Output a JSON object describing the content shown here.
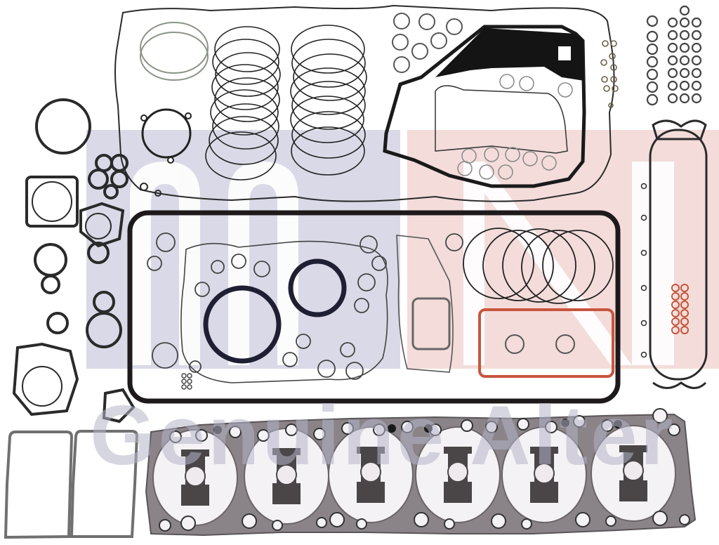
{
  "image": {
    "subject": "Engine gasket set (full overhaul kit)",
    "background": "#ffffff"
  },
  "watermark": {
    "logo_left_color": "#d9d9e7",
    "logo_right_color": "#f3dcda",
    "text": "Genuine Alter",
    "text_color": "#b4b4c8"
  },
  "parts": {
    "cylinder_head_gasket": {
      "cylinders": 6,
      "color": "#8a8488"
    },
    "oil_pan_gasket": {
      "color": "#1e1a1c"
    },
    "valve_cover_gasket": {
      "color": "#2a2a2a"
    },
    "red_gasket": {
      "color": "#c8553e"
    },
    "small_red_seals": {
      "count": 12,
      "color": "#c4553c"
    },
    "o_rings_right_column_count": 8,
    "o_rings_grid_count": 25
  }
}
